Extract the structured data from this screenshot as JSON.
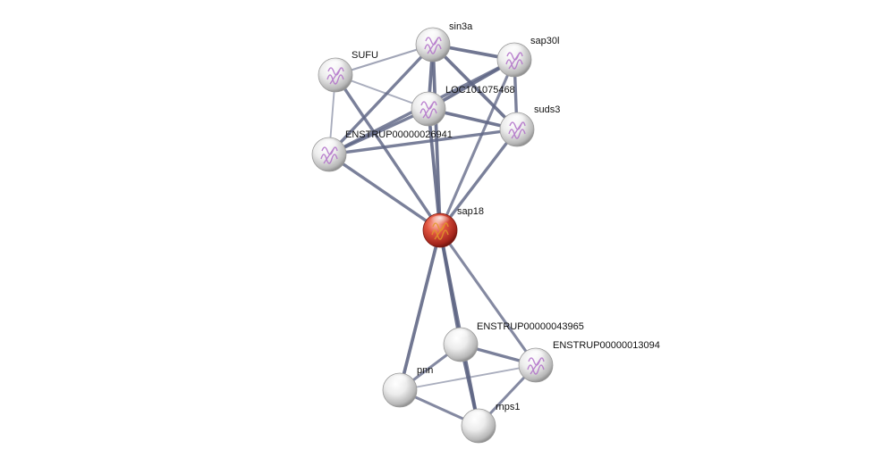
{
  "network": {
    "nodes": [
      {
        "id": "sin3a",
        "label": "sin3a",
        "query": false,
        "structure": true
      },
      {
        "id": "sap30l",
        "label": "sap30l",
        "query": false,
        "structure": true
      },
      {
        "id": "SUFU",
        "label": "SUFU",
        "query": false,
        "structure": true
      },
      {
        "id": "LOC101075468",
        "label": "LOC101075468",
        "query": false,
        "structure": true
      },
      {
        "id": "suds3",
        "label": "suds3",
        "query": false,
        "structure": true
      },
      {
        "id": "ENSTRUP00000026941",
        "label": "ENSTRUP00000026941",
        "query": false,
        "structure": true
      },
      {
        "id": "sap18",
        "label": "sap18",
        "query": true,
        "structure": true
      },
      {
        "id": "ENSTRUP00000043965",
        "label": "ENSTRUP00000043965",
        "query": false,
        "structure": false
      },
      {
        "id": "ENSTRUP00000013094",
        "label": "ENSTRUP00000013094",
        "query": false,
        "structure": true
      },
      {
        "id": "pnn",
        "label": "pnn",
        "query": false,
        "structure": false
      },
      {
        "id": "rnps1",
        "label": "rnps1",
        "query": false,
        "structure": false
      }
    ],
    "edges": [
      {
        "source": "sin3a",
        "target": "sap30l",
        "strength": 0.9
      },
      {
        "source": "sin3a",
        "target": "SUFU",
        "strength": 0.4
      },
      {
        "source": "sin3a",
        "target": "LOC101075468",
        "strength": 0.9
      },
      {
        "source": "sin3a",
        "target": "suds3",
        "strength": 0.9
      },
      {
        "source": "sin3a",
        "target": "ENSTRUP00000026941",
        "strength": 0.8
      },
      {
        "source": "sin3a",
        "target": "sap18",
        "strength": 0.9
      },
      {
        "source": "sap30l",
        "target": "LOC101075468",
        "strength": 0.9
      },
      {
        "source": "sap30l",
        "target": "suds3",
        "strength": 0.8
      },
      {
        "source": "sap30l",
        "target": "ENSTRUP00000026941",
        "strength": 0.8
      },
      {
        "source": "sap30l",
        "target": "sap18",
        "strength": 0.7
      },
      {
        "source": "SUFU",
        "target": "LOC101075468",
        "strength": 0.3
      },
      {
        "source": "SUFU",
        "target": "ENSTRUP00000026941",
        "strength": 0.3
      },
      {
        "source": "SUFU",
        "target": "sap18",
        "strength": 0.8
      },
      {
        "source": "LOC101075468",
        "target": "suds3",
        "strength": 0.9
      },
      {
        "source": "LOC101075468",
        "target": "ENSTRUP00000026941",
        "strength": 0.8
      },
      {
        "source": "LOC101075468",
        "target": "sap18",
        "strength": 0.9
      },
      {
        "source": "suds3",
        "target": "ENSTRUP00000026941",
        "strength": 0.8
      },
      {
        "source": "suds3",
        "target": "sap18",
        "strength": 0.8
      },
      {
        "source": "ENSTRUP00000026941",
        "target": "sap18",
        "strength": 0.8
      },
      {
        "source": "sap18",
        "target": "ENSTRUP00000043965",
        "strength": 0.9
      },
      {
        "source": "sap18",
        "target": "ENSTRUP00000013094",
        "strength": 0.7
      },
      {
        "source": "sap18",
        "target": "pnn",
        "strength": 0.9
      },
      {
        "source": "sap18",
        "target": "rnps1",
        "strength": 0.9
      },
      {
        "source": "ENSTRUP00000043965",
        "target": "ENSTRUP00000013094",
        "strength": 0.8
      },
      {
        "source": "ENSTRUP00000043965",
        "target": "pnn",
        "strength": 0.7
      },
      {
        "source": "ENSTRUP00000043965",
        "target": "rnps1",
        "strength": 0.9
      },
      {
        "source": "ENSTRUP00000013094",
        "target": "pnn",
        "strength": 0.3
      },
      {
        "source": "ENSTRUP00000013094",
        "target": "rnps1",
        "strength": 0.7
      },
      {
        "source": "pnn",
        "target": "rnps1",
        "strength": 0.7
      }
    ],
    "colors": {
      "edge": "#5f6685",
      "node_default": "#dcdcdc",
      "node_query": "#c83a2e",
      "structure_default": "#b070c8",
      "structure_query": "#e0962a"
    }
  }
}
